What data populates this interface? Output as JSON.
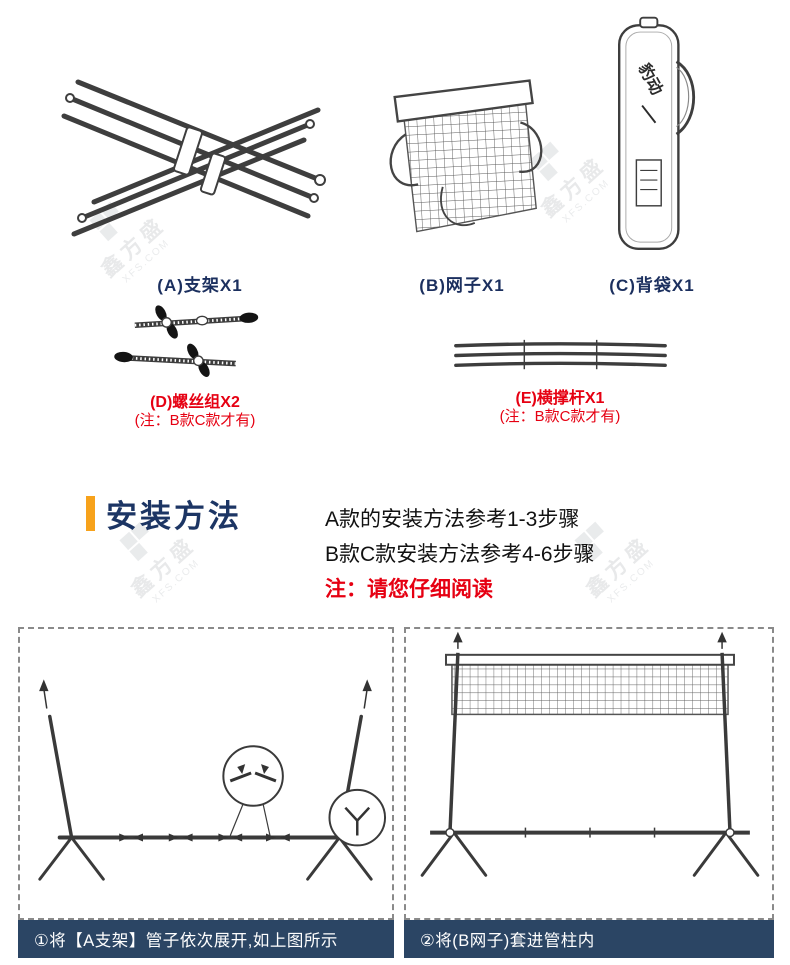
{
  "watermark": {
    "cn": "鑫方盛",
    "en": "XFS.COM"
  },
  "parts": {
    "a": {
      "label": "(A)支架X1"
    },
    "b": {
      "label": "(B)网子X1"
    },
    "c": {
      "label": "(C)背袋X1",
      "brand": "豹动"
    },
    "d": {
      "label": "(D)螺丝组X2",
      "note": "(注：B款C款才有)"
    },
    "e": {
      "label": "(E)横撑杆X1",
      "note": "(注：B款C款才有)"
    }
  },
  "install": {
    "title": "安装方法",
    "line1": "A款的安装方法参考1-3步骤",
    "line2": "B款C款安装方法参考4-6步骤",
    "line3": "注：请您仔细阅读"
  },
  "steps": {
    "step1": "①将【A支架】管子依次展开,如上图所示",
    "step2": "②将(B网子)套进管柱内"
  },
  "colors": {
    "label_navy": "#1b2f5e",
    "red": "#e60012",
    "accent_orange": "#f7a21b",
    "caption_bg": "#2b4564"
  }
}
